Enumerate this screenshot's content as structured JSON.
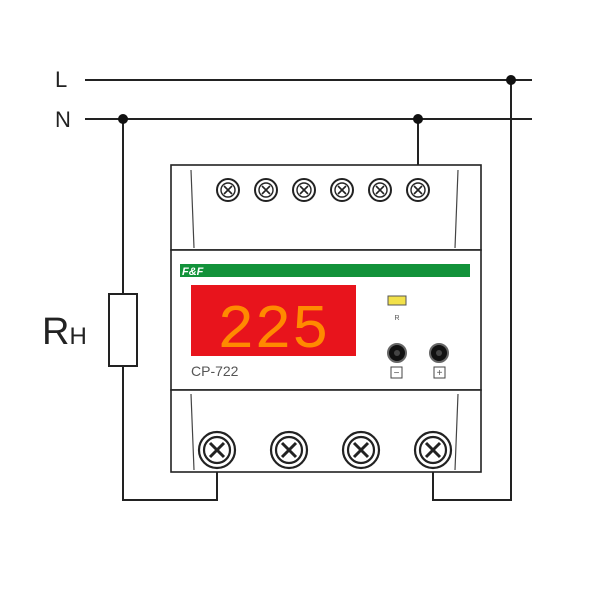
{
  "lines": {
    "l_label": "L",
    "n_label": "N"
  },
  "load": {
    "label_main": "R",
    "label_sub": "H"
  },
  "device": {
    "brand": "F&F",
    "display_value": "225",
    "model": "CP-722",
    "led_label": "R",
    "minus_label": "−",
    "plus_label": "+",
    "led_color": "#f2e14a",
    "display_bg": "#e8141c",
    "digit_color": "#ff8a00",
    "brand_stripe": "#12923a"
  }
}
